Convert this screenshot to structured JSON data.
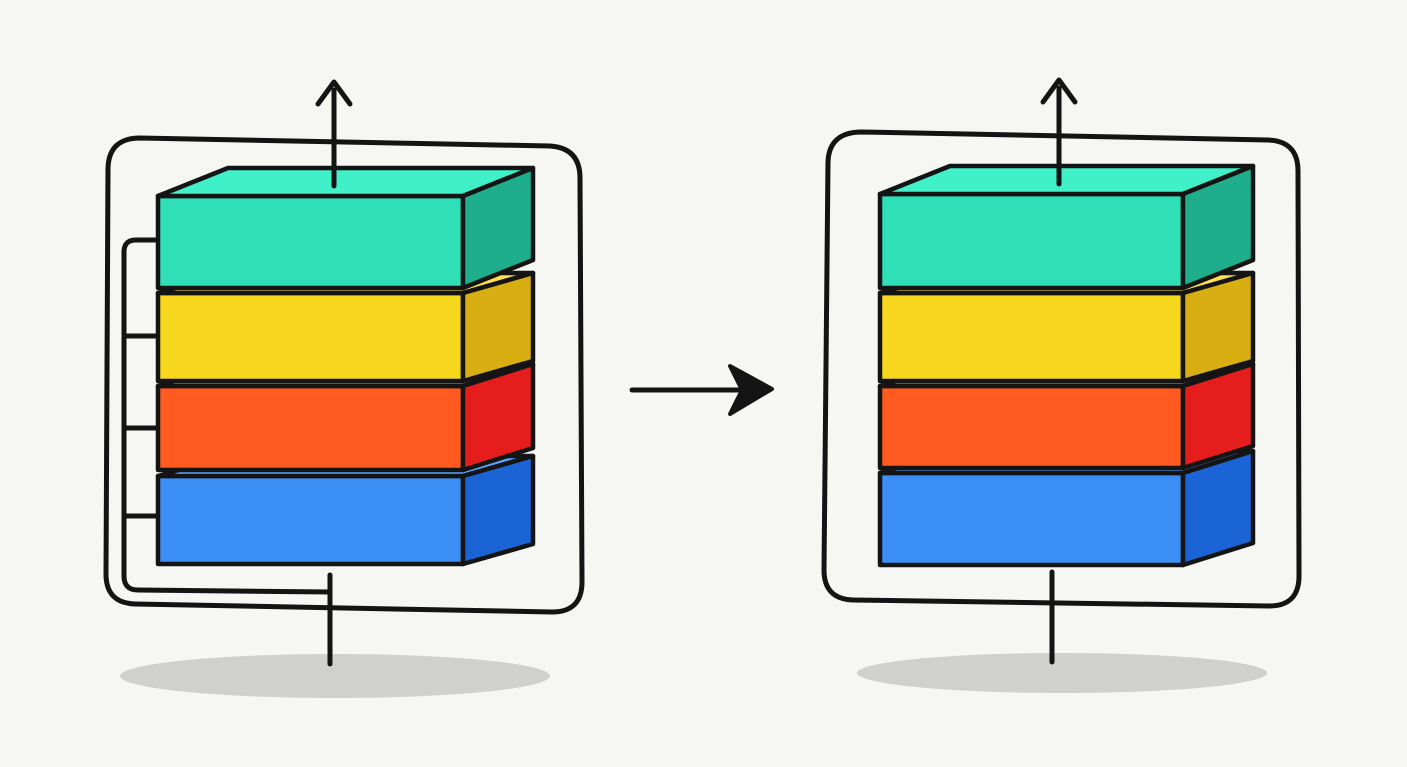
{
  "diagram": {
    "stacks": [
      {
        "id": "left",
        "has_skip_connections": true,
        "layers": [
          "teal",
          "yellow",
          "orange",
          "blue"
        ]
      },
      {
        "id": "right",
        "has_skip_connections": false,
        "layers": [
          "teal",
          "yellow",
          "orange",
          "blue"
        ]
      }
    ],
    "transition_arrow": true
  },
  "colors": {
    "teal": {
      "front": "#2fdfb8",
      "top": "#3ff0c8",
      "side": "#1fae8c"
    },
    "yellow": {
      "front": "#f7d61e",
      "top": "#fbe24a",
      "side": "#d8ae12"
    },
    "orange": {
      "front": "#ff5a1f",
      "top": "#ff7a3a",
      "side": "#e51d1d"
    },
    "blue": {
      "front": "#3b8ff5",
      "top": "#5aa4ff",
      "side": "#1b64d6"
    },
    "ink": "#141414",
    "background": "#f6f6f3",
    "shadow": "#c9c9c7"
  }
}
